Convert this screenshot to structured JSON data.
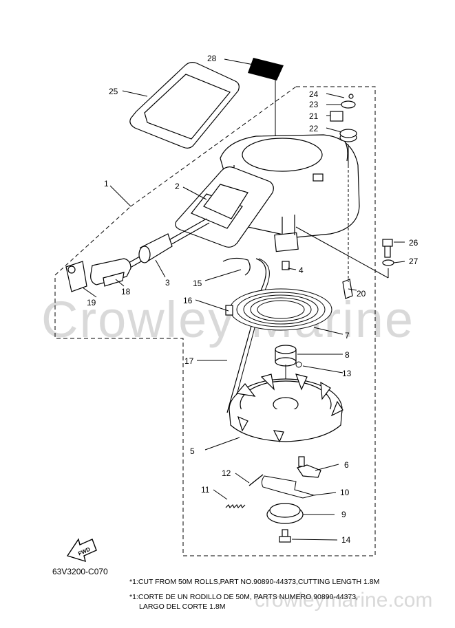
{
  "diagram": {
    "code": "63V3200-C070",
    "fwd_label": "FWD",
    "watermark": "Crowley Marine",
    "watermark_url": "crowleymarine.com",
    "notes": [
      "*1:CUT FROM 50M ROLLS,PART NO.90890-44373,CUTTING LENGTH 1.8M",
      "*1:CORTE DE UN RODILLO DE 50M, PARTS NUMERO 90890-44373,",
      "LARGO DEL CORTE 1.8M"
    ],
    "callouts": [
      "1",
      "2",
      "3",
      "4",
      "5",
      "6",
      "7",
      "8",
      "9",
      "10",
      "11",
      "12",
      "13",
      "14",
      "15",
      "16",
      "17",
      "18",
      "19",
      "20",
      "21",
      "22",
      "23",
      "24",
      "25",
      "26",
      "27",
      "28"
    ]
  }
}
